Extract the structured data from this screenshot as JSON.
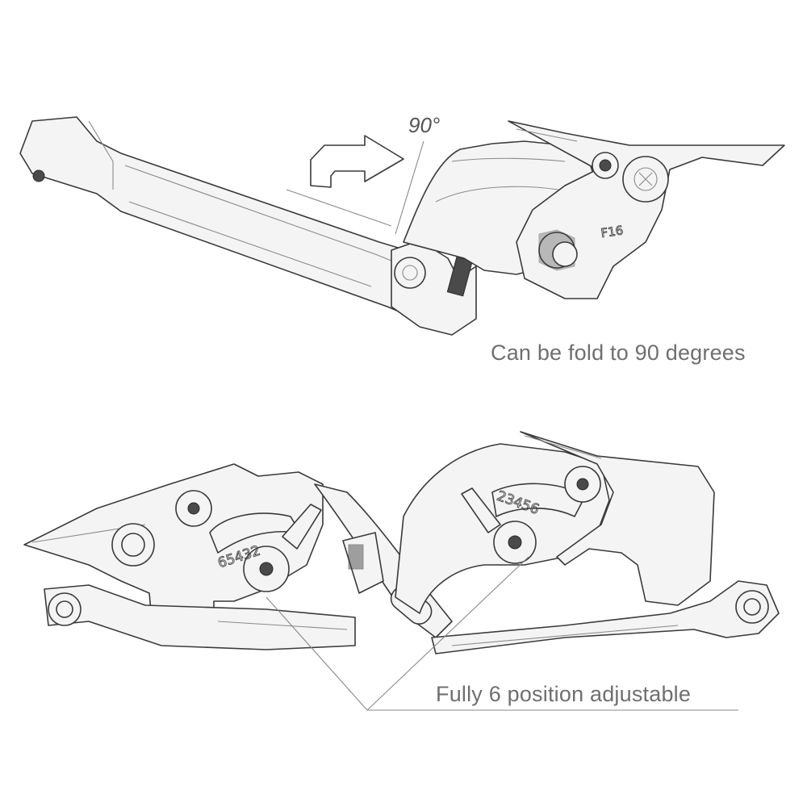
{
  "annotations": {
    "angle": "90°",
    "fold_caption": "Can be fold to 90 degrees",
    "adjust_caption": "Fully 6 position adjustable"
  },
  "engravings": {
    "top_lever_mark": "F16",
    "left_lever_dial": "65432",
    "right_lever_dial": "23456"
  },
  "icons": {
    "fold_arrow": "bent-arrow-right-icon"
  }
}
